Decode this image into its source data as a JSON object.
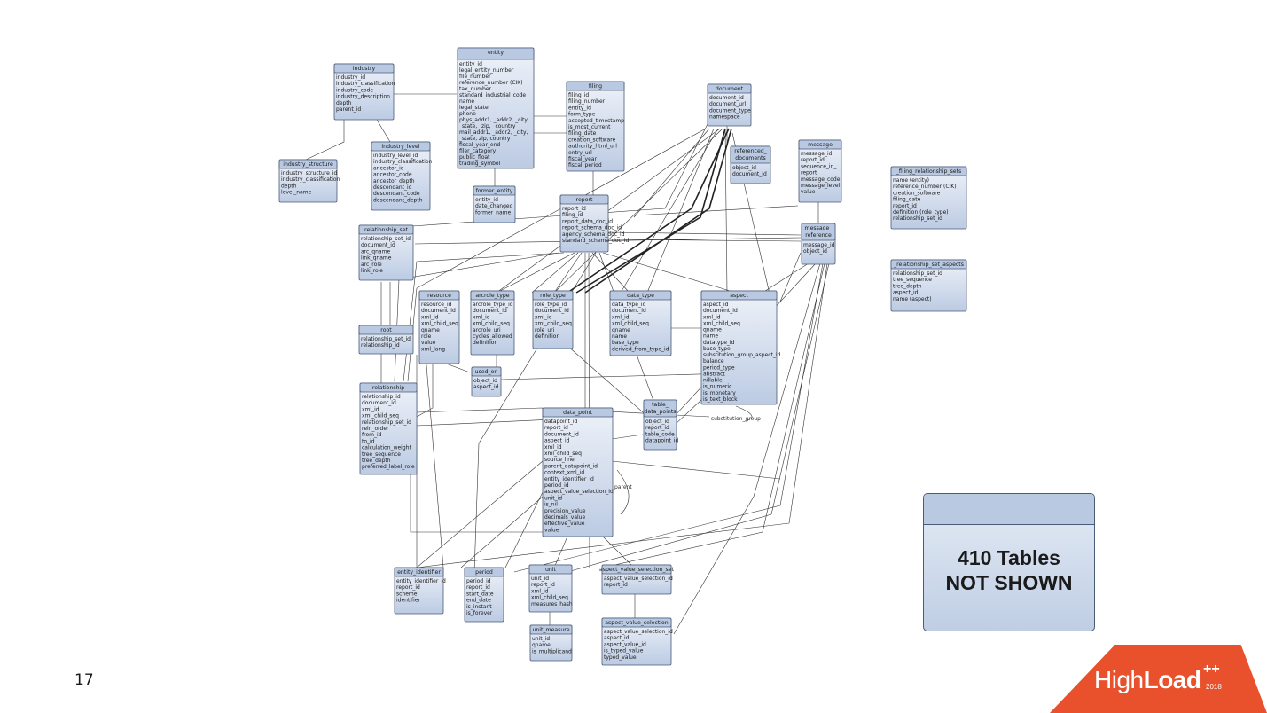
{
  "tables": [
    {
      "id": "entity",
      "title": "entity",
      "fields": [
        "entity_id",
        "legal_entity_number",
        "file_number",
        "reference_number (CIK)",
        "tax_number",
        "standard_industrial_code",
        "name",
        "legal_state",
        "phone",
        "phys_addr1, _addr2, _city,",
        "_state, _zip, _country",
        "mail_addr1, _addr2, _city,",
        "_state, zip, country",
        "fiscal_year_end",
        "filer_category",
        "public_float",
        "trading_symbol"
      ]
    },
    {
      "id": "industry",
      "title": "industry",
      "fields": [
        "industry_id",
        "industry_classification",
        "industry_code",
        "industry_description",
        "depth",
        "parent_id"
      ]
    },
    {
      "id": "industry_structure",
      "title": "industry_structure",
      "fields": [
        "industry_structure_id",
        "industry_classification",
        "depth",
        "level_name"
      ]
    },
    {
      "id": "industry_level",
      "title": "industry_level",
      "fields": [
        "industry_level_id",
        "industry_classification",
        "ancestor_id",
        "ancestor_code",
        "ancestor_depth",
        "descendant_id",
        "descendant_code",
        "descendant_depth"
      ]
    },
    {
      "id": "filing",
      "title": "filing",
      "fields": [
        "filing_id",
        "filing_number",
        "entity_id",
        "form_type",
        "accepted_timestamp",
        "is_most_current",
        "filing_date",
        "creation_software",
        "authority_html_url",
        "entry_url",
        "fiscal_year",
        "fiscal_period"
      ]
    },
    {
      "id": "former_entity",
      "title": "former_entity",
      "fields": [
        "entity_id",
        "date_changed",
        "former_name"
      ]
    },
    {
      "id": "document",
      "title": "document",
      "fields": [
        "document_id",
        "document_url",
        "document_type",
        "namespace"
      ]
    },
    {
      "id": "referenced_documents",
      "title": "referenced_\ndocuments",
      "fields": [
        "object_id",
        "document_id"
      ]
    },
    {
      "id": "message",
      "title": "message",
      "fields": [
        "message_id",
        "report_id",
        "sequence_in_",
        "report",
        "message_code",
        "message_level",
        "value"
      ]
    },
    {
      "id": "filing_relationship_sets",
      "title": "_filing_relationship_sets",
      "fields": [
        "name (entity)",
        "reference_number (CIK)",
        "creation_software",
        "filing_date",
        "report_id",
        "definition (role_type)",
        "relationship_set_id"
      ]
    },
    {
      "id": "relationship_set_aspects",
      "title": "_relationship_set_aspects",
      "fields": [
        "relationship_set_id",
        "tree_sequence",
        "tree_depth",
        "aspect_id",
        "name (aspect)"
      ]
    },
    {
      "id": "report",
      "title": "report",
      "fields": [
        "report_id",
        "filing_id",
        "report_data_doc_id",
        "report_schema_doc_id",
        "agency_schema_doc_id",
        "standard_schema_doc_id"
      ]
    },
    {
      "id": "message_reference",
      "title": "message_\nreference",
      "fields": [
        "message_id",
        "object_id"
      ]
    },
    {
      "id": "relationship_set",
      "title": "relationship_set",
      "fields": [
        "relationship_set_id",
        "document_id",
        "arc_qname",
        "link_qname",
        "arc_role",
        "link_role"
      ]
    },
    {
      "id": "resource",
      "title": "resource",
      "fields": [
        "resource_id",
        "document_id",
        "xml_id",
        "xml_child_seq",
        "qname",
        "role",
        "value",
        "xml_lang"
      ]
    },
    {
      "id": "arcrole_type",
      "title": "arcrole_type",
      "fields": [
        "arcrole_type_id",
        "document_id",
        "xml_id",
        "xml_child_seq",
        "arcrole_uri",
        "cycles_allowed",
        "definition"
      ]
    },
    {
      "id": "role_type",
      "title": "role_type",
      "fields": [
        "role_type_id",
        "document_id",
        "xml_id",
        "xml_child_seq",
        "role_uri",
        "definition"
      ]
    },
    {
      "id": "data_type",
      "title": "data_type",
      "fields": [
        "data_type_id",
        "document_id",
        "xml_id",
        "xml_child_seq",
        "qname",
        "name",
        "base_type",
        "derived_from_type_id"
      ]
    },
    {
      "id": "aspect",
      "title": "aspect",
      "fields": [
        "aspect_id",
        "document_id",
        "xml_id",
        "xml_child_seq",
        "qname",
        "name",
        "datatype_id",
        "base_type",
        "substitution_group_aspect_id",
        "balance",
        "period_type",
        "abstract",
        "nillable",
        "is_numeric",
        "is_monetary",
        "is_text_block"
      ]
    },
    {
      "id": "root",
      "title": "root",
      "fields": [
        "relationship_set_id",
        "relationship_id"
      ]
    },
    {
      "id": "used_on",
      "title": "used_on",
      "fields": [
        "object_id",
        "aspect_id"
      ]
    },
    {
      "id": "relationship",
      "title": "relationship",
      "fields": [
        "relationship_id",
        "document_id",
        "xml_id",
        "xml_child_seq",
        "relationship_set_id",
        "reln_order",
        "from_id",
        "to_id",
        "calculation_weight",
        "tree_sequence",
        "tree_depth",
        "preferred_label_role"
      ]
    },
    {
      "id": "table_data_points",
      "title": "table_\ndata_points",
      "fields": [
        "object_id",
        "report_id",
        "table_code",
        "datapoint_id"
      ]
    },
    {
      "id": "data_point",
      "title": "data_point",
      "fields": [
        "datapoint_id",
        "report_id",
        "document_id",
        "aspect_id",
        "xml_id",
        "xml_child_seq",
        "source_line",
        "parent_datapoint_id",
        "context_xml_id",
        "entity_identifier_id",
        "period_id",
        "aspect_value_selection_id",
        "unit_id",
        "is_nil",
        "precision_value",
        "decimals_value",
        "effective_value",
        "value"
      ]
    },
    {
      "id": "entity_identifier",
      "title": "entity_identifier",
      "fields": [
        "entity_identifier_id",
        "report_id",
        "scheme",
        "identifier"
      ]
    },
    {
      "id": "period",
      "title": "period",
      "fields": [
        "period_id",
        "report_id",
        "start_date",
        "end_date",
        "is_instant",
        "is_forever"
      ]
    },
    {
      "id": "unit",
      "title": "unit",
      "fields": [
        "unit_id",
        "report_id",
        "xml_id",
        "xml_child_seq",
        "measures_hash"
      ]
    },
    {
      "id": "aspect_value_selection_set",
      "title": "aspect_value_selection_set",
      "fields": [
        "aspect_value_selection_id",
        "report_id"
      ]
    },
    {
      "id": "unit_measure",
      "title": "unit_measure",
      "fields": [
        "unit_id",
        "qname",
        "is_multiplicand"
      ]
    },
    {
      "id": "aspect_value_selection",
      "title": "aspect_value_selection",
      "fields": [
        "aspect_value_selection_id",
        "aspect_id",
        "aspect_value_id",
        "is_typed_value",
        "typed_value"
      ]
    }
  ],
  "relationship_labels": {
    "substitution_group": "substitution_group",
    "parent": "parent"
  },
  "not_shown": "410 Tables\nNOT SHOWN",
  "page_number": "17",
  "logo": {
    "light": "High",
    "bold": "Load",
    "sup": "++",
    "year": "2018",
    "color": "#e8512b"
  }
}
